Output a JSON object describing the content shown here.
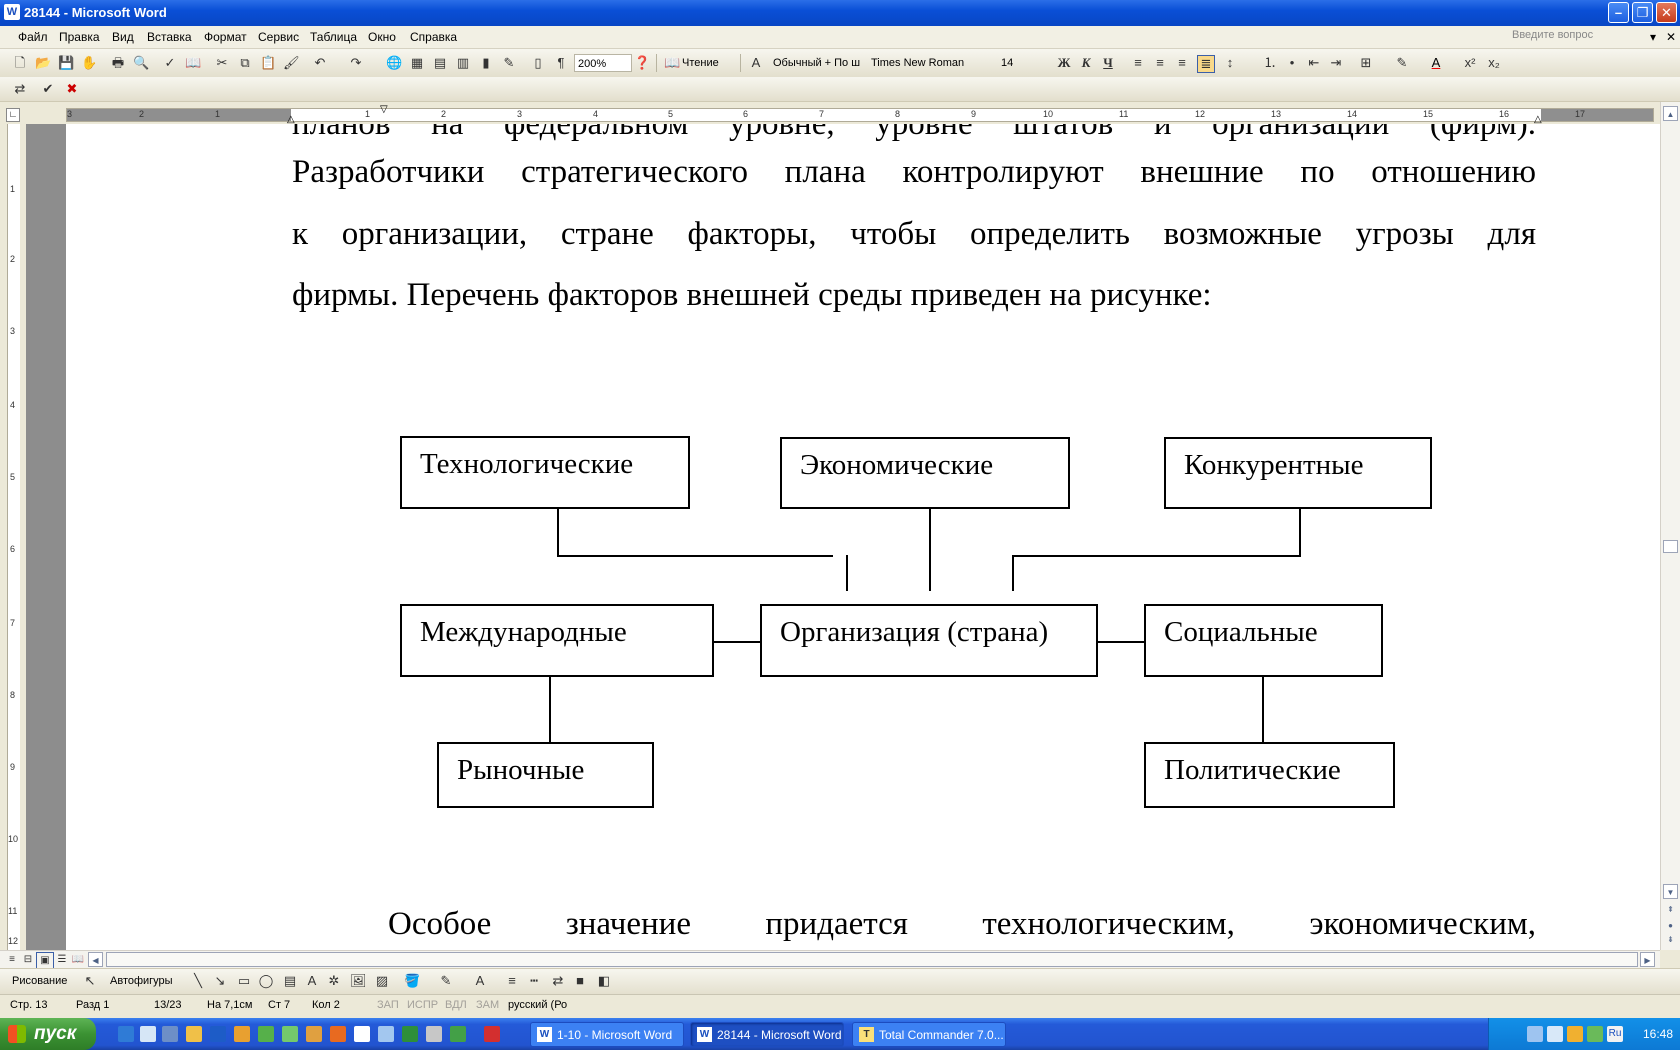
{
  "window": {
    "title": "28144 - Microsoft Word",
    "app_icon": "word-icon"
  },
  "menu": {
    "items": [
      "Файл",
      "Правка",
      "Вид",
      "Вставка",
      "Формат",
      "Сервис",
      "Таблица",
      "Окно",
      "Справка"
    ],
    "ask_placeholder": "Введите вопрос"
  },
  "toolbar": {
    "zoom": "200%",
    "reading": "Чтение",
    "style": "Обычный + По ш",
    "font": "Times New Roman",
    "size": "14",
    "bold": "Ж",
    "italic": "К",
    "underline": "Ч",
    "pilcrow": "¶"
  },
  "ruler": {
    "h_numbers": [
      "3",
      "2",
      "1",
      "1",
      "2",
      "3",
      "4",
      "5",
      "6",
      "7",
      "8",
      "9",
      "10",
      "11",
      "12",
      "13",
      "14",
      "15",
      "16",
      "17"
    ],
    "v_numbers": [
      "1",
      "2",
      "3",
      "4",
      "5",
      "6",
      "7",
      "8",
      "9",
      "10",
      "11",
      "12"
    ]
  },
  "document": {
    "line0": "планов на федеральном уровне, уровне штатов и организаций (фирм).",
    "line1": "Разработчики стратегического плана контролируют внешние по отношению",
    "line2": "к организации, стране факторы, чтобы определить возможные угрозы для",
    "line3": "фирмы. Перечень факторов внешней среды приведен на рисунке:",
    "line_last": "Особое значение придается технологическим, экономическим,"
  },
  "diagram": {
    "tech": "Технологические",
    "econ": "Экономические",
    "comp": "Конкурентные",
    "intl": "Международные",
    "org": "Организация (страна)",
    "social": "Социальные",
    "market": "Рыночные",
    "political": "Политические"
  },
  "drawing_toolbar": {
    "draw": "Рисование",
    "autoshapes": "Автофигуры"
  },
  "status": {
    "page": "Стр. 13",
    "section": "Разд 1",
    "pages": "13/23",
    "at": "На 7,1см",
    "line": "Ст 7",
    "col": "Кол 2",
    "rec": "ЗАП",
    "trk": "ИСПР",
    "ext": "ВДЛ",
    "ovr": "ЗАМ",
    "lang": "русский (Ро"
  },
  "taskbar": {
    "start": "пуск",
    "tasks": [
      "1-10 - Microsoft Word",
      "28144 - Microsoft Word",
      "Total Commander 7.0..."
    ],
    "lang": "RU",
    "lang_tray": "Ru",
    "clock": "16:48"
  }
}
